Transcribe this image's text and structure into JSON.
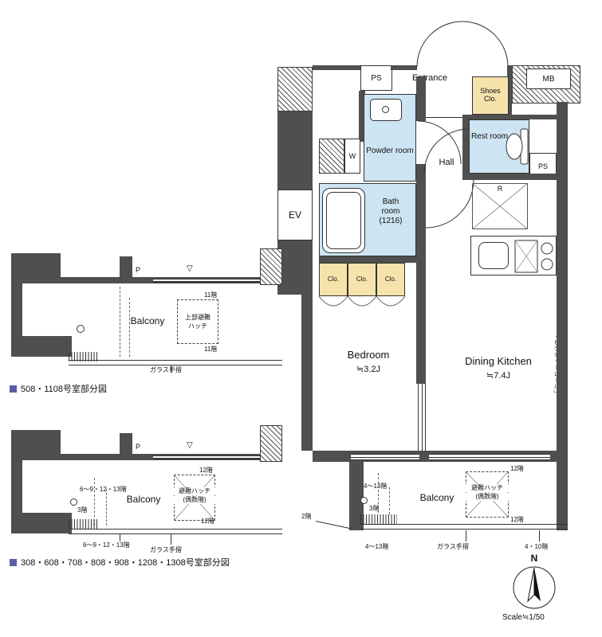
{
  "colors": {
    "wall": "#4f4f4f",
    "room-blue": "#cde4f2",
    "room-yellow": "#f6e2ab",
    "marker": "#5b5ba5"
  },
  "main": {
    "ev": "EV",
    "ps_top": "PS",
    "entrance": "Entrance",
    "shoes_closet": "Shoes Clo.",
    "mb": "MB",
    "powder_room": "Powder room",
    "rest_room": "Rest room",
    "hall": "Hall",
    "washer": "W",
    "fridge": "R",
    "ps_right": "PS",
    "bath_room": "Bath room (1216)",
    "closets": [
      "Clo.",
      "Clo.",
      "Clo."
    ],
    "bedroom_name": "Bedroom",
    "bedroom_size": "≒3.2J",
    "dk_name": "Dining Kitchen",
    "dk_size": "≒7.4J",
    "picture_rail": "「ピクチャーレール」",
    "balcony": {
      "name": "Balcony",
      "hatch1": "避難ハッチ",
      "hatch2": "(偶数階)",
      "floor_top": "12階",
      "floor_bottom": "12階",
      "floors_left": "4〜13階",
      "floor3": "3階",
      "floor2": "2階",
      "floors_bottom": "4〜13階",
      "glass_rail": "ガラス手摺",
      "floors_410": "4・10階"
    }
  },
  "partials": [
    {
      "caption": "508・1108号室部分図",
      "pillar": "P",
      "triangle": "▽",
      "balcony": "Balcony",
      "hatch1": "上部避難",
      "hatch2": "ハッチ",
      "floor_top": "11階",
      "floor_bottom": "11階",
      "glass_rail": "ガラス手摺"
    },
    {
      "caption": "308・608・708・808・908・1208・1308号室部分図",
      "pillar": "P",
      "triangle": "▽",
      "balcony": "Balcony",
      "hatch1": "避難ハッチ",
      "hatch2": "(偶数階)",
      "floor_top": "12階",
      "floor_bottom": "12階",
      "floors_left": "6〜9・12・13階",
      "floor3": "3階",
      "floors_bottom": "6〜9・12・13階",
      "glass_rail": "ガラス手摺"
    }
  ],
  "compass_n": "N",
  "scale": "Scale≒1/50"
}
